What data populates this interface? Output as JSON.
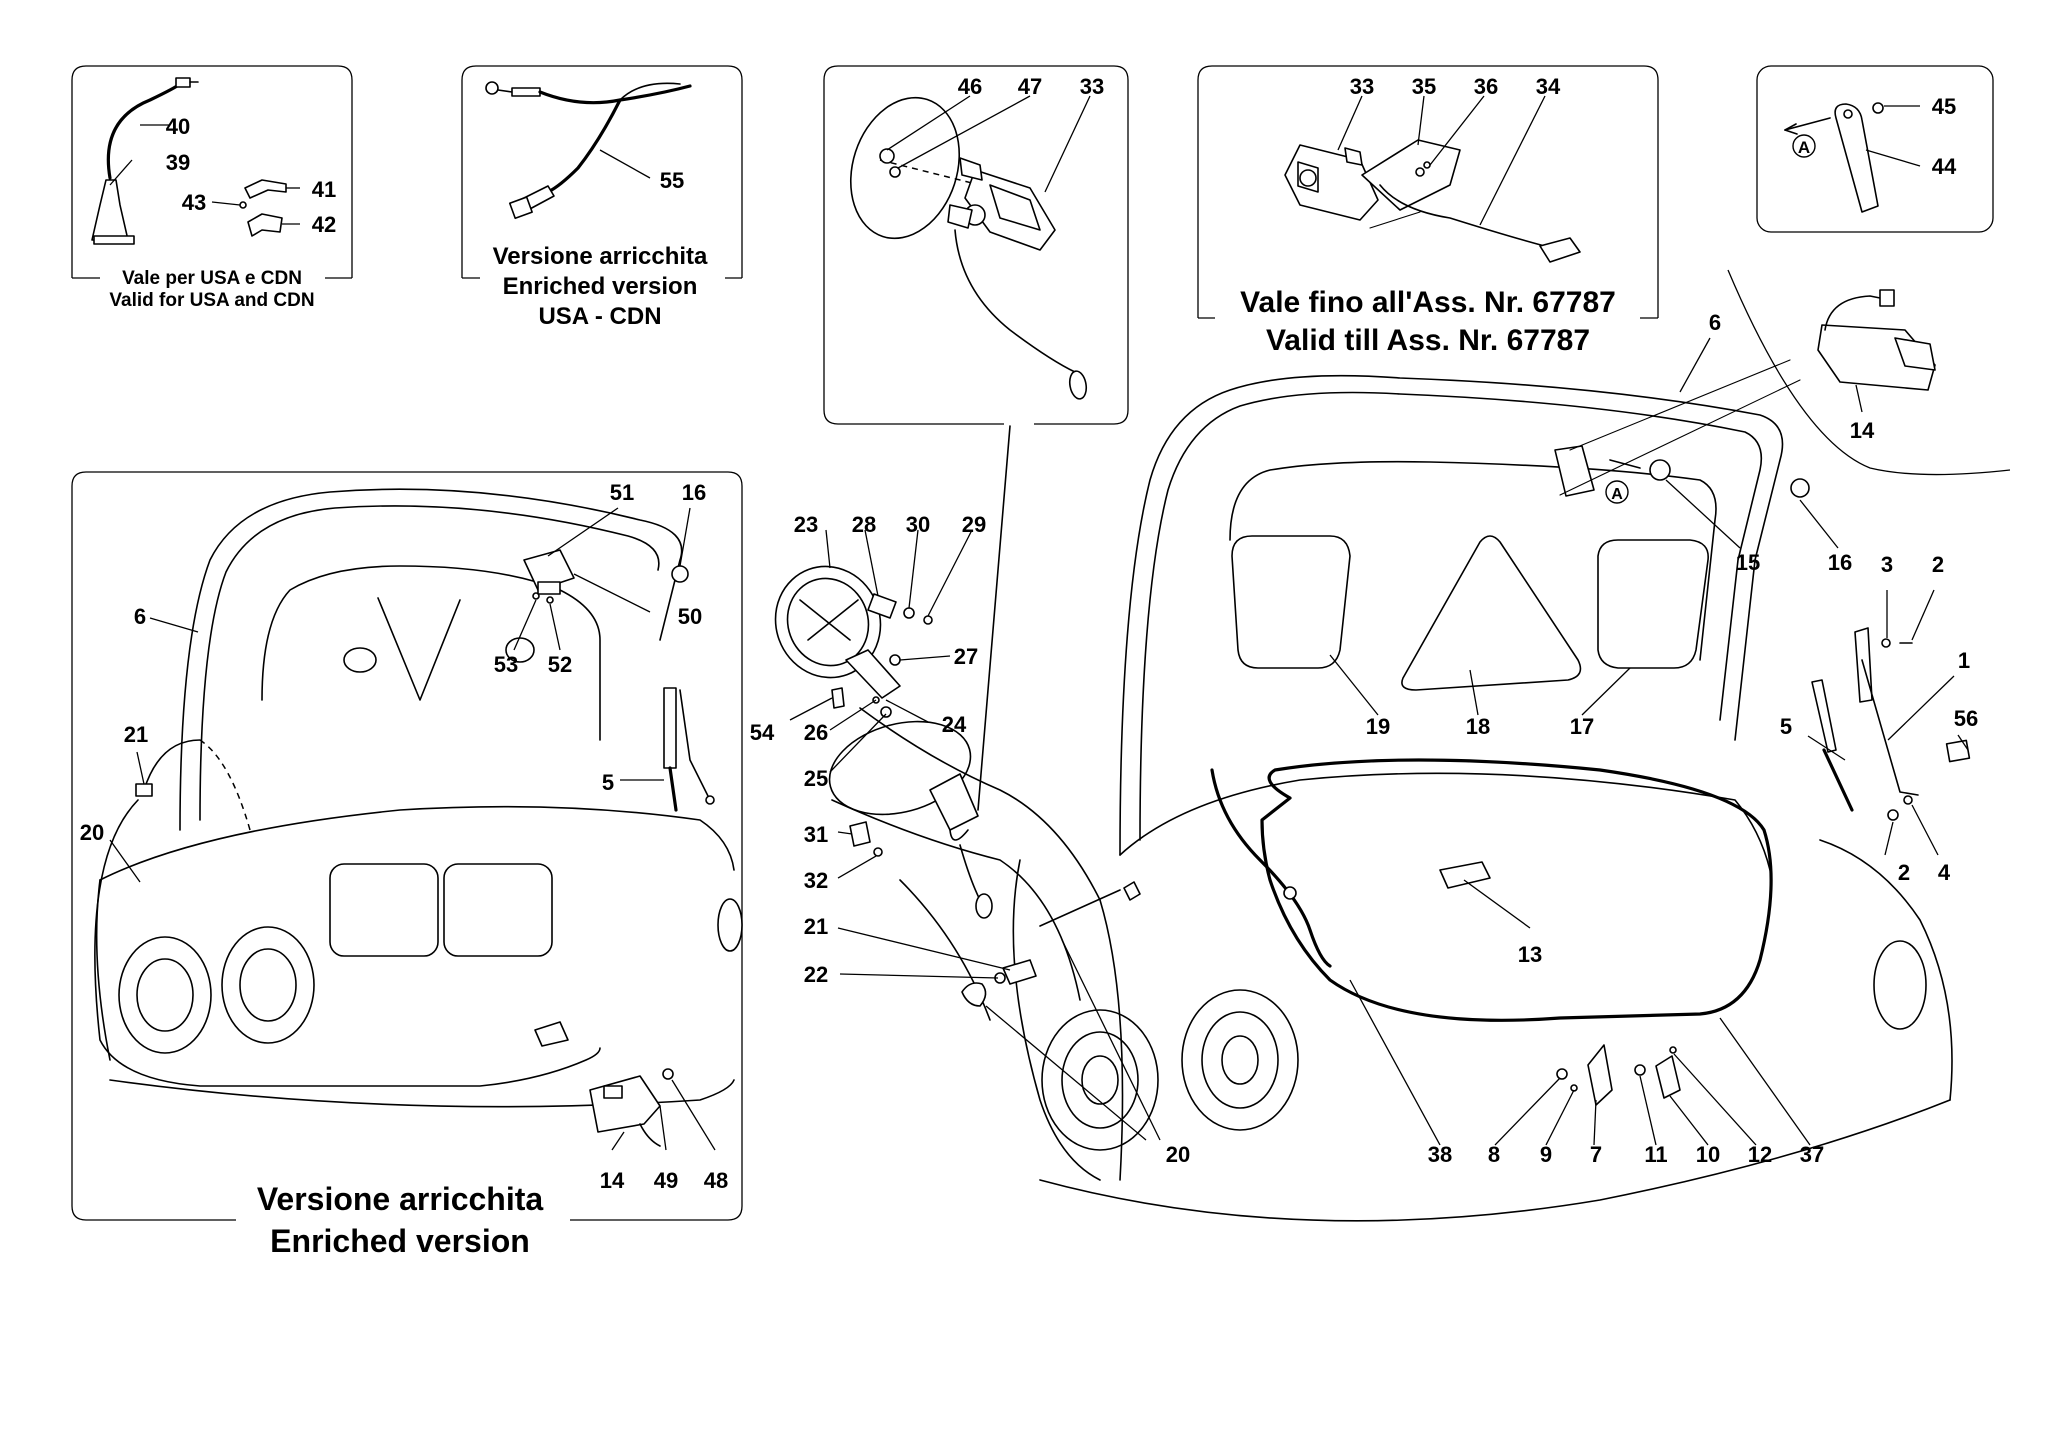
{
  "captions": {
    "usa_cdn_line1": "Vale per USA e CDN",
    "usa_cdn_line2": "Valid for USA and CDN",
    "enriched_usa_line1": "Versione arricchita",
    "enriched_usa_line2": "Enriched version",
    "enriched_usa_line3": "USA - CDN",
    "valid_till_line1": "Vale fino all'Ass. Nr. 67787",
    "valid_till_line2": "Valid till Ass. Nr. 67787",
    "enriched_line1": "Versione arricchita",
    "enriched_line2": "Enriched version",
    "detail_marker": "A"
  },
  "callouts": {
    "p40": "40",
    "p39": "39",
    "p41": "41",
    "p43": "43",
    "p42": "42",
    "p55": "55",
    "p46": "46",
    "p47": "47",
    "p33a": "33",
    "p33b": "33",
    "p35": "35",
    "p36": "36",
    "p34": "34",
    "p45": "45",
    "p44": "44",
    "p6a": "6",
    "p14a": "14",
    "p15": "15",
    "p16a": "16",
    "p3": "3",
    "p2a": "2",
    "p1": "1",
    "p56": "56",
    "p5a": "5",
    "p2b": "2",
    "p4": "4",
    "p19": "19",
    "p18": "18",
    "p17": "17",
    "p13": "13",
    "p38": "38",
    "p8": "8",
    "p9": "9",
    "p7": "7",
    "p11": "11",
    "p10": "10",
    "p12": "12",
    "p37": "37",
    "p20a": "20",
    "p23": "23",
    "p28": "28",
    "p30": "30",
    "p29": "29",
    "p27": "27",
    "p54": "54",
    "p26": "26",
    "p24": "24",
    "p25": "25",
    "p31": "31",
    "p32": "32",
    "p21a": "21",
    "p22": "22",
    "p51": "51",
    "p16b": "16",
    "p6b": "6",
    "p50": "50",
    "p53": "53",
    "p52": "52",
    "p21b": "21",
    "p5b": "5",
    "p20b": "20",
    "p14b": "14",
    "p49": "49",
    "p48": "48"
  }
}
